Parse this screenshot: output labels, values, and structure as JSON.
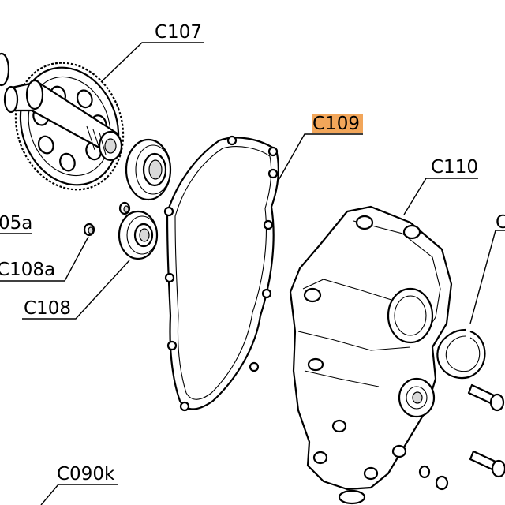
{
  "callouts": {
    "c107": "C107",
    "c109": "C109",
    "c110": "C110",
    "c105a_partial": "05a",
    "c108a": "C108a",
    "c108": "C108",
    "c090k": "C090k",
    "right_partial": "C"
  },
  "colors": {
    "highlight": "#f2a65a",
    "line": "#000000",
    "background": "#ffffff"
  },
  "highlighted_callout": "C109"
}
